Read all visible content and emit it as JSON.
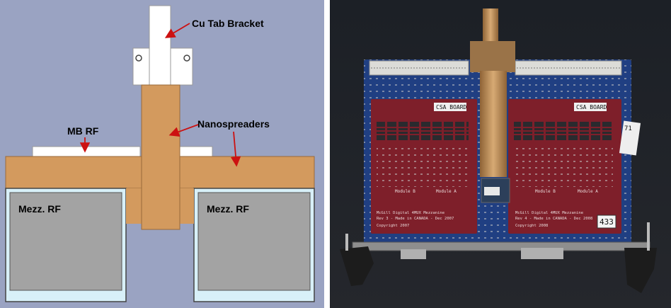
{
  "diagram": {
    "labels": {
      "cu_tab_bracket": "Cu Tab Bracket",
      "mb_rf": "MB RF",
      "nanospreaders": "Nanospreaders",
      "mezz_rf_left": "Mezz. RF",
      "mezz_rf_right": "Mezz. RF"
    },
    "colors": {
      "background": "#9aa3c2",
      "copper": "#d39a5e",
      "bracket": "#ffffff",
      "mezzanine": "#a3a3a3",
      "mezzanine_frame": "#d8f0f8",
      "arrow": "#cc1111"
    }
  },
  "photo": {
    "colors": {
      "background": "#1a1d22",
      "pcb_blue": "#203f82",
      "pcb_red": "#7e1f2a",
      "copper_bar": "#b98a55",
      "faceplate": "#8e8e8e",
      "handle": "#1c1c1c"
    },
    "labels": {
      "csa_left": "CSA BOARD",
      "csa_right": "CSA BOARD",
      "board_number": "433",
      "left_module_b": "Module B",
      "left_module_a": "Module A",
      "right_module_b": "Module B",
      "right_module_a": "Module A",
      "left_line1": "McGill Digital 4MUX Mezzanine",
      "left_line2": "Rev 3 - Made in CANADA - Dec 2007",
      "left_line3": "Copyright 2007",
      "right_line1": "McGill Digital 4MUX Mezzanine",
      "right_line2": "Rev 4 - Made in CANADA - Dec 2008",
      "right_line3": "Copyright 2008",
      "tab_tag": "71"
    }
  }
}
